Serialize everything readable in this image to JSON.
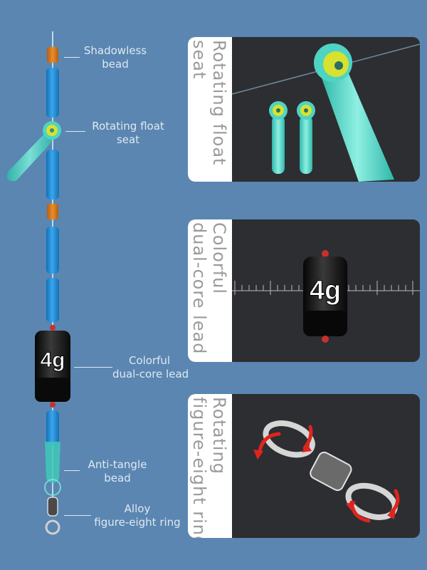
{
  "callouts": {
    "shadowless_bead": "Shadowless\nbead",
    "rotating_float_seat": "Rotating float\nseat",
    "dual_core_lead": "Colorful\ndual-core lead",
    "anti_tangle_bead": "Anti-tangle\nbead",
    "figure_eight_ring": "Alloy\nfigure-eight ring"
  },
  "panels": {
    "float_seat_title": "Rotating float\nseat",
    "lead_title": "Colorful\ndual-core lead",
    "ring_title": "Rotating\nfigure-eight ring"
  },
  "lead_weight": "4g",
  "colors": {
    "background": "#5a86b1",
    "float_bead": "#1f8fdc",
    "shadowless_bead": "#d67a1e",
    "float_seat": "#4fd3c3",
    "seat_cap": "#d7e22f",
    "lead_body": "#161616",
    "rotation_arrow": "#e0241d"
  }
}
